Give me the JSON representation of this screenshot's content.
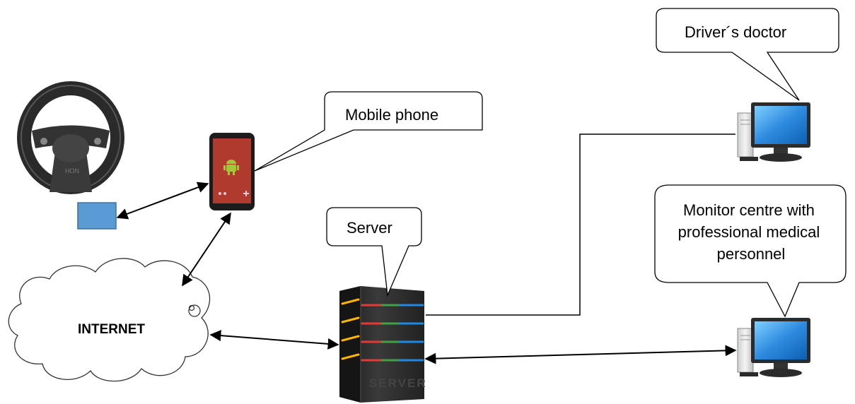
{
  "callouts": {
    "doctor": "Driver´s doctor",
    "phone": "Mobile phone",
    "server": "Server",
    "monitor": [
      "Monitor centre with",
      "professional medical",
      "personnel"
    ]
  },
  "cloud_label": "INTERNET",
  "server_engraving": "SERVER",
  "colors": {
    "sensor": "#5b9bd5",
    "phone_screen": "#b03a2e",
    "android": "#a4c639",
    "server_body": "#2b2b2b",
    "server_lights": [
      "#ffb400",
      "#e53935",
      "#43a047",
      "#1e88e5"
    ],
    "monitor_screen": "#2f8be0"
  },
  "icons": [
    "steering-wheel-icon",
    "mobile-phone-icon",
    "android-icon",
    "cloud-icon",
    "server-tower-icon",
    "desktop-computer-icon"
  ]
}
